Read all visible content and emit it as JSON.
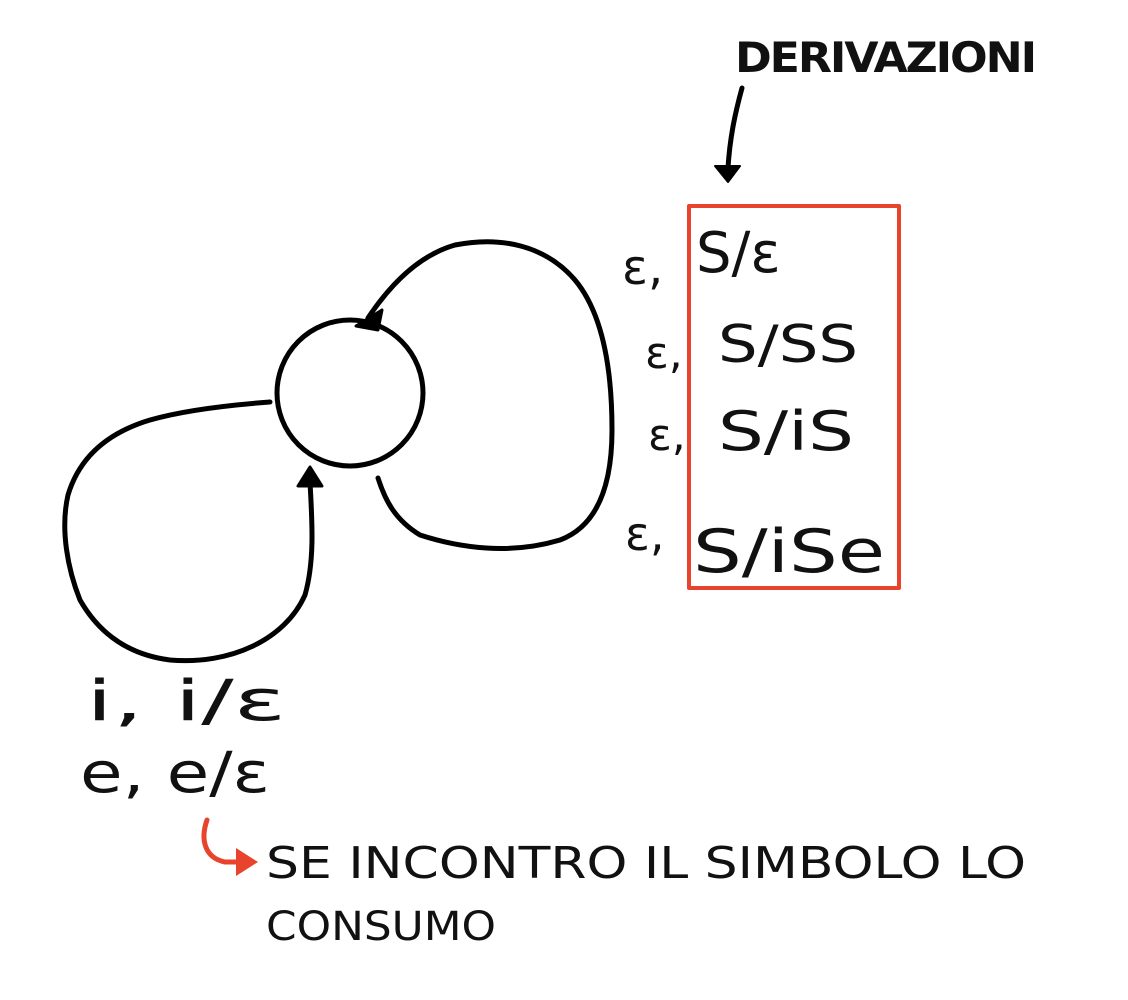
{
  "colors": {
    "ink": "#000000",
    "accent": "#e8432c",
    "background": "#ffffff"
  },
  "derivations": {
    "heading": "DERIVAZIONI",
    "rules": [
      {
        "input": "ε,",
        "transition": "S/ε"
      },
      {
        "input": "ε,",
        "transition": "S/SS"
      },
      {
        "input": "ε,",
        "transition": "S/iS"
      },
      {
        "input": "ε,",
        "transition": "S/iSe"
      }
    ]
  },
  "consume_loop": {
    "labels": [
      "i, i/ε",
      "e, e/ε"
    ]
  },
  "note": {
    "line1": "SE INCONTRO IL SIMBOLO LO",
    "line2": "CONSUMO"
  },
  "icons": [
    "state-circle",
    "arrow-down-icon",
    "red-curved-arrow-icon"
  ]
}
